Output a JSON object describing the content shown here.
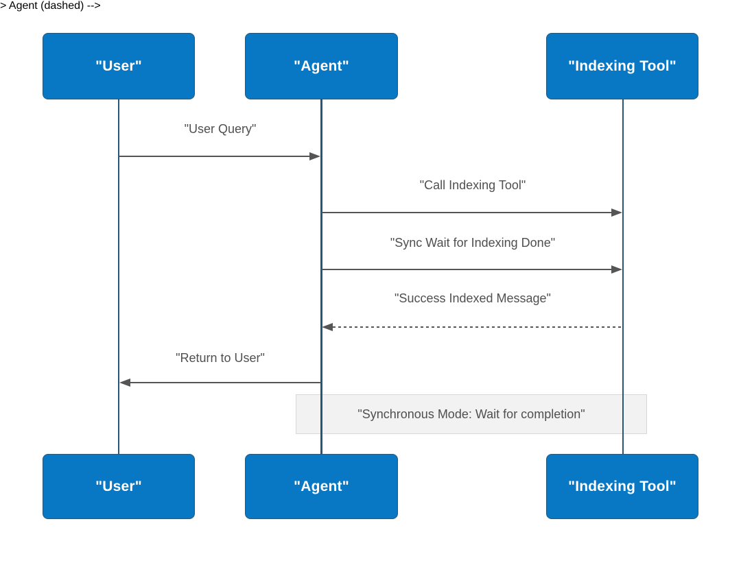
{
  "diagram": {
    "type": "sequence",
    "actors": [
      {
        "id": "user",
        "label": "\"User\""
      },
      {
        "id": "agent",
        "label": "\"Agent\""
      },
      {
        "id": "indexing_tool",
        "label": "\"Indexing Tool\""
      }
    ],
    "messages": [
      {
        "from": "user",
        "to": "agent",
        "label": "\"User Query\"",
        "line": "solid",
        "direction": "right"
      },
      {
        "from": "agent",
        "to": "indexing_tool",
        "label": "\"Call Indexing Tool\"",
        "line": "solid",
        "direction": "right"
      },
      {
        "from": "agent",
        "to": "indexing_tool",
        "label": "\"Sync Wait for Indexing Done\"",
        "line": "solid",
        "direction": "right"
      },
      {
        "from": "indexing_tool",
        "to": "agent",
        "label": "\"Success Indexed Message\"",
        "line": "dashed",
        "direction": "left"
      },
      {
        "from": "agent",
        "to": "user",
        "label": "\"Return to User\"",
        "line": "solid",
        "direction": "left"
      }
    ],
    "note": {
      "over": [
        "agent",
        "indexing_tool"
      ],
      "label": "\"Synchronous Mode: Wait for completion\""
    },
    "colors": {
      "actor_fill": "#0878c4",
      "actor_border": "#27567b",
      "actor_text": "#ffffff",
      "lifeline": "#27567b",
      "arrow": "#555555",
      "message_text": "#4f4f4f",
      "note_fill": "#f2f2f2",
      "note_border": "#d8d8d8",
      "canvas_bg": "#ffffff"
    }
  }
}
